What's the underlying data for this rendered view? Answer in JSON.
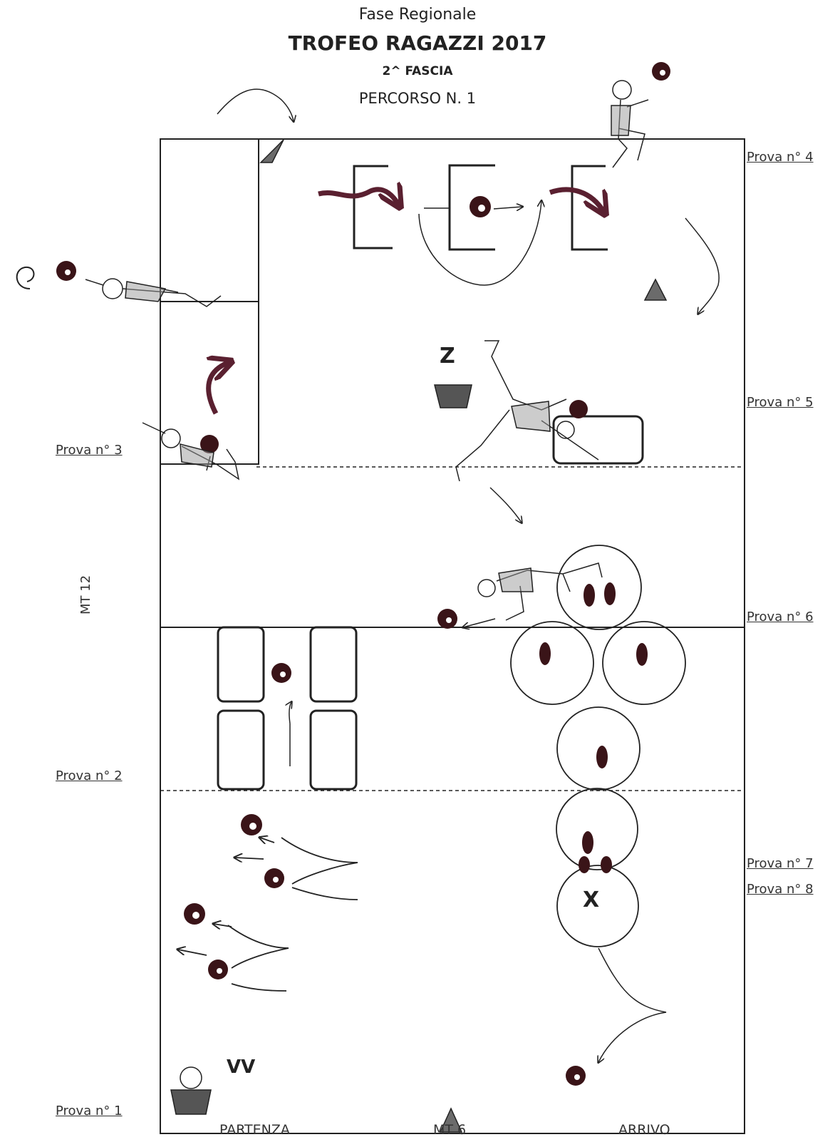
{
  "header": {
    "phase": "Fase Regionale",
    "title": "TROFEO RAGAZZI 2017",
    "band": "2^ FASCIA",
    "course": "PERCORSO N. 1"
  },
  "stations": {
    "p1": "Prova n° 1",
    "p2": "Prova n° 2",
    "p3": "Prova n° 3",
    "p4": "Prova n° 4",
    "p5": "Prova n° 5",
    "p6": "Prova n° 6",
    "p7": "Prova n° 7",
    "p8": "Prova n° 8"
  },
  "dimensions": {
    "length": "MT 12",
    "width": "MT 6"
  },
  "bottom": {
    "start": "PARTENZA",
    "finish": "ARRIVO"
  },
  "markers": {
    "z": "Z",
    "x": "X",
    "vv": "VV"
  },
  "colors": {
    "ink": "#222222",
    "ball": "#3a1418",
    "cone": "#6b6b6b",
    "arrow": "#5a2030"
  }
}
